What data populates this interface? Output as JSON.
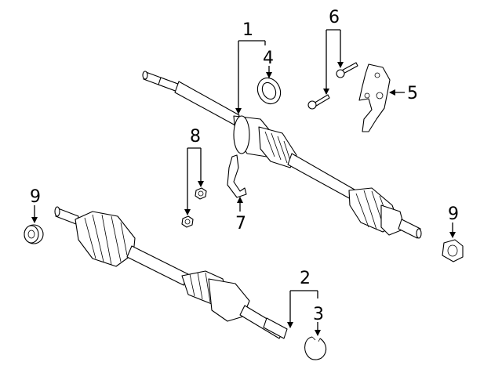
{
  "callouts": {
    "c1": "1",
    "c2": "2",
    "c3": "3",
    "c4": "4",
    "c5": "5",
    "c6": "6",
    "c7": "7",
    "c8": "8",
    "c9_left": "9",
    "c9_right": "9"
  },
  "colors": {
    "line": "#000000",
    "background": "#ffffff"
  }
}
